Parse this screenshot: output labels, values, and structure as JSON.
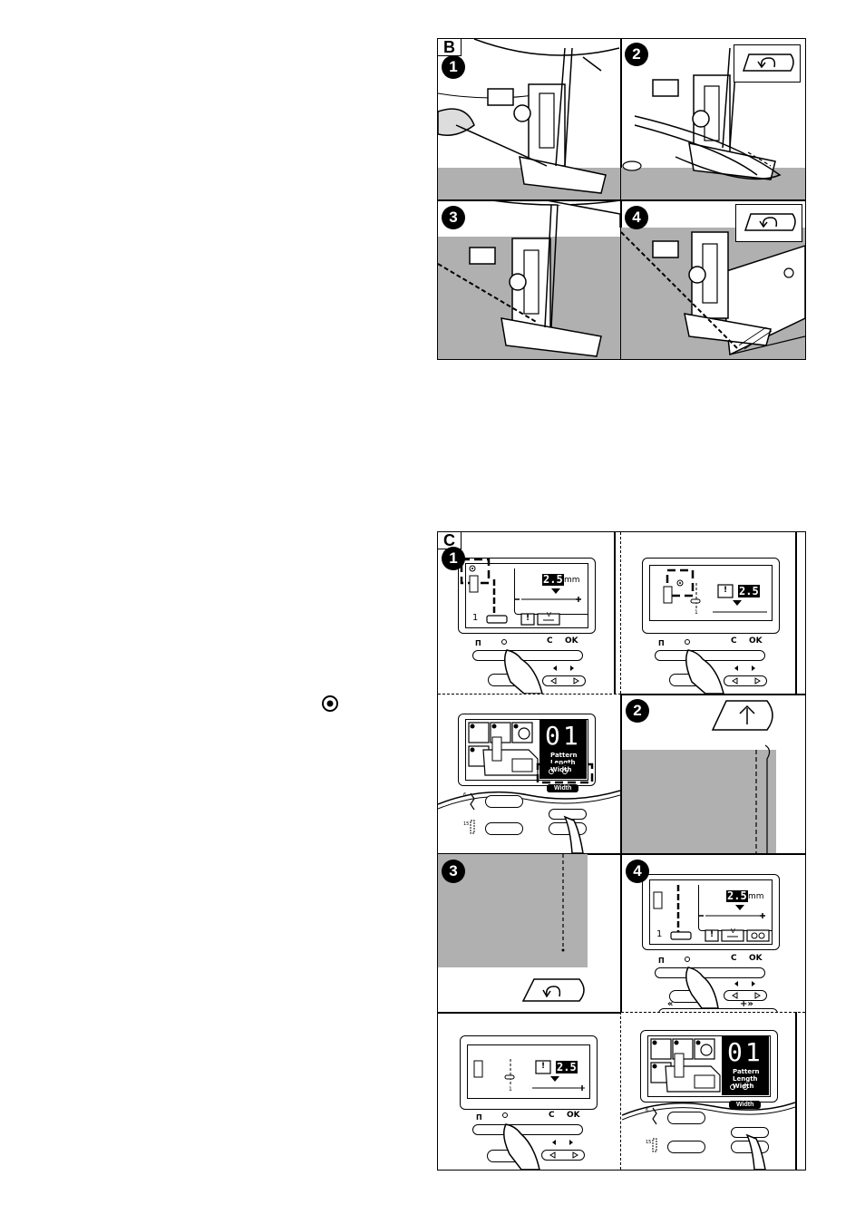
{
  "figure_b": {
    "label": "B",
    "steps": [
      "1",
      "2",
      "3",
      "4"
    ]
  },
  "figure_c": {
    "label": "C",
    "steps": [
      "1",
      "2",
      "3",
      "4"
    ],
    "panel1": {
      "value": "2.5",
      "unit": "mm",
      "stitch_no": "1",
      "keys": {
        "c": "C",
        "ok": "OK"
      }
    },
    "panel2": {
      "value": "2.5",
      "stitch_no": "1",
      "keys": {
        "c": "C",
        "ok": "OK"
      }
    },
    "panel3": {
      "digits": "01",
      "legend": [
        "Pattern",
        "Length",
        "Width"
      ],
      "width_label": "Width",
      "small_a": "6",
      "small_b": "15"
    },
    "panel6": {
      "value": "2.5",
      "unit": "mm",
      "stitch_no": "1",
      "keys": {
        "c": "C",
        "ok": "OK"
      },
      "arrows": {
        "left": "«",
        "right": "+»"
      }
    },
    "panel7": {
      "value": "2.5",
      "stitch_no": "1",
      "keys": {
        "c": "C",
        "ok": "OK"
      }
    },
    "panel8": {
      "digits": "01",
      "legend": [
        "Pattern",
        "Length",
        "Width"
      ],
      "width_label": "Width",
      "small_a": "6",
      "small_b": "15"
    }
  },
  "colors": {
    "fabric": "#b0b0b0",
    "ink": "#000000"
  },
  "icons": [
    "needle-position-icon",
    "reverse-stitch-icon",
    "needle-up-icon",
    "presser-foot-icon"
  ]
}
